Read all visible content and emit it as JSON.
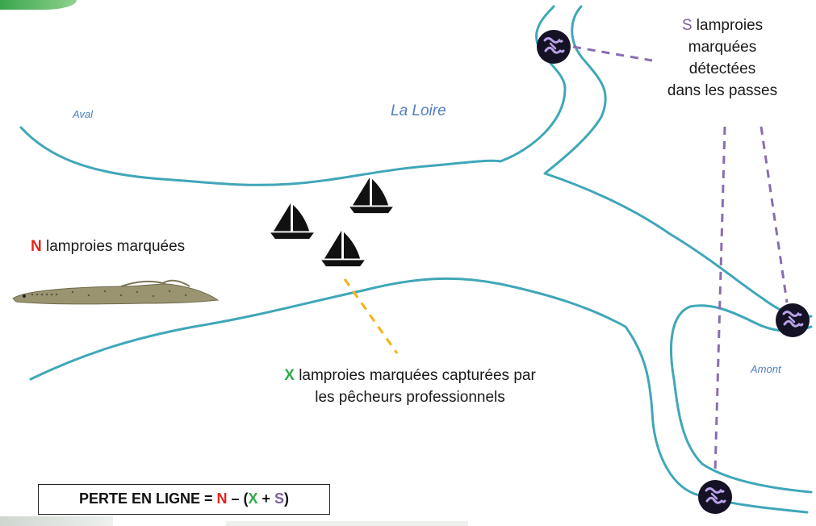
{
  "labels": {
    "aval": "Aval",
    "loire": "La Loire",
    "amont": "Amont"
  },
  "n_block": {
    "var": "N",
    "text": "lamproies marquées"
  },
  "s_block": {
    "var": "S",
    "line1": "lamproies",
    "line2": "marquées",
    "line3": "détectées",
    "line4": "dans les passes"
  },
  "x_block": {
    "var": "X",
    "line1": "lamproies marquées capturées par",
    "line2": "les pêcheurs professionnels"
  },
  "formula": {
    "prefix": "PERTE EN LIGNE = ",
    "n": "N",
    "dash": " – (",
    "x": "X",
    "plus": " + ",
    "s": "S",
    "close": ")"
  },
  "colors": {
    "river": "#3fa7b8",
    "n_color": "#e0251b",
    "x_color": "#2eaa4a",
    "s_color": "#7d5f9c",
    "link_s": "#8a6db0",
    "link_x": "#f2b40f"
  },
  "icons": [
    "lamprey-image",
    "sailboat-icon",
    "detector-icon"
  ]
}
